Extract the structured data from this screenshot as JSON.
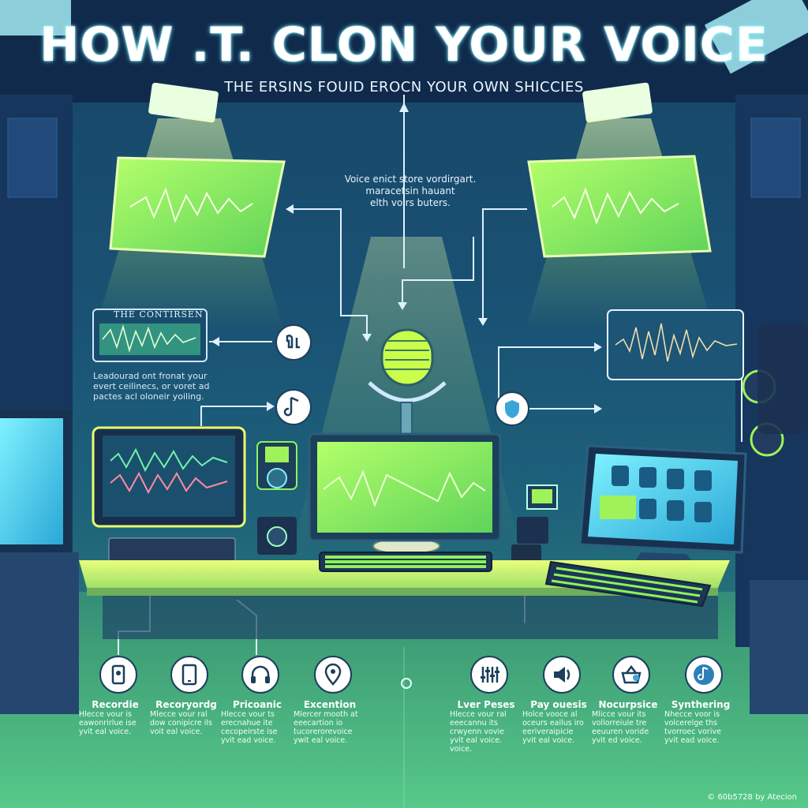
{
  "header": {
    "title": "HOW .T. CLON  YOUR VOICE",
    "subtitle": "THE ERSINS FOUID EROCN YOUR OWN SHICCIES"
  },
  "center_note": {
    "line1": "Voice enict store vordirgart.",
    "line2": "maracetsin hauant",
    "line3": "elth voirs buters."
  },
  "left_panel": {
    "title": "THE CONTIRSEN",
    "note_line1": "Leadourad ont fronat your",
    "note_line2": "evert ceilinecs, or voret ad",
    "note_line3": "pactes acl oloneir yoiling."
  },
  "steps_left": [
    {
      "label": "Recordie",
      "icon": "phone-device-icon",
      "desc": [
        "Hlecce vour is",
        "eawonrirlue ise",
        "yvit eal voice."
      ]
    },
    {
      "label": "Recoryordg",
      "icon": "tablet-icon",
      "desc": [
        "Mlecce vour ral",
        "dow conipicre ils",
        "voit eal voice."
      ]
    },
    {
      "label": "Pricoanic",
      "icon": "headphones-icon",
      "desc": [
        "Hlecce vour ts",
        "erecnahue ite",
        "cecopeirste ise",
        "yvit ead voice."
      ]
    },
    {
      "label": "Excention",
      "icon": "location-pin-icon",
      "desc": [
        "Mlercer mooth at",
        "eeecartion io",
        "tucorerorevoice",
        "ywit eal voice."
      ]
    }
  ],
  "steps_right": [
    {
      "label": "Lver Peses",
      "icon": "equalizer-icon",
      "desc": [
        "Hlecce vour ral",
        "eeecannu its",
        "crwyenn vovie",
        "yvit eal voice.",
        "voice."
      ]
    },
    {
      "label": "Pay ouesis",
      "icon": "speaker-icon",
      "desc": [
        "Holce vooce al",
        "oceurs eallus iro",
        "eeriveraipicie",
        "yvit eal voice."
      ]
    },
    {
      "label": "Nocurpsice",
      "icon": "basket-icon",
      "desc": [
        "Mlicce vour its",
        "vollorreiule tre",
        "eeuuren voride",
        "yvit ed voice."
      ]
    },
    {
      "label": "Synthering",
      "icon": "music-note-icon",
      "desc": [
        "Nhecce voor is",
        "volcerelge ths",
        "tvorroec vorive",
        "yvit ead voice."
      ]
    }
  ],
  "footer": {
    "credit": "© 60b5728 by Atecion"
  },
  "colors": {
    "accent": "#b8ff4a",
    "glow": "#7ff6ff",
    "screen_green": "#8ff25a",
    "background_top": "#0d2747",
    "floor_green": "#57c989"
  }
}
